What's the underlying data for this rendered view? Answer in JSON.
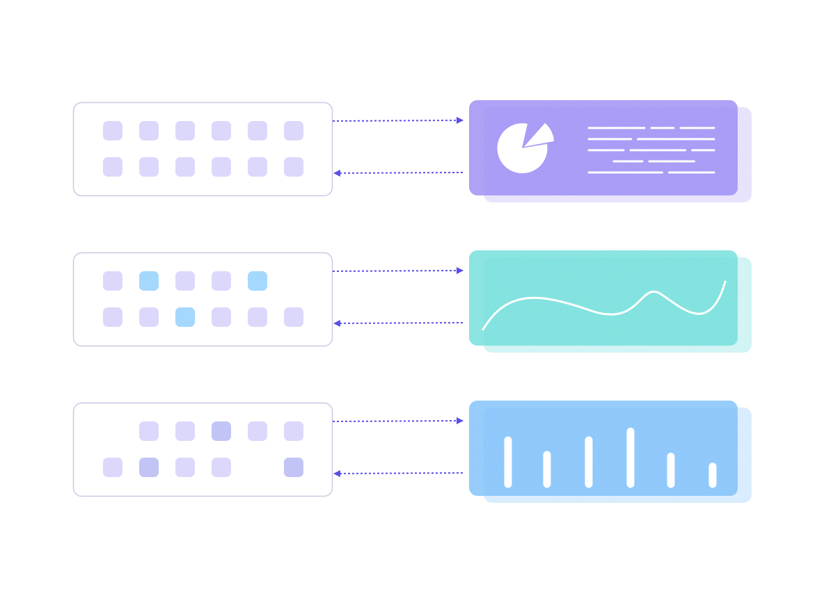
{
  "colors": {
    "background": "#ffffff",
    "source_box_border": "#cdc8e6",
    "cell_default": "#dcd8fb",
    "cell_cyan": "#a5d8fd",
    "cell_indigo": "#c1c4f4",
    "arrow": "#5a4ee8",
    "panel_purple_front": "#9d8ef6",
    "panel_purple_back": "#e6e0fd",
    "panel_teal_front": "#6ee0dd",
    "panel_teal_back": "#cdf3f3",
    "panel_blue_front": "#7fc3fb",
    "panel_blue_back": "#d6ebfe",
    "glyph": "#ffffff"
  },
  "rows": [
    {
      "id": "row-1",
      "grid": [
        [
          "default",
          "default",
          "default",
          "default",
          "default",
          "default"
        ],
        [
          "default",
          "default",
          "default",
          "default",
          "default",
          "default"
        ]
      ],
      "panel": {
        "color": "purple",
        "content": "pie-and-text",
        "text_lines": [
          [
            0.5,
            0.2,
            0.3
          ],
          [
            0.5,
            0.9
          ],
          [
            0.35,
            0.55,
            0.22
          ],
          [
            0.35,
            0.55
          ],
          [
            0.9,
            0.55
          ]
        ]
      }
    },
    {
      "id": "row-2",
      "grid": [
        [
          "default",
          "cyan",
          "default",
          "default",
          "cyan",
          "empty"
        ],
        [
          "default",
          "default",
          "cyan",
          "default",
          "default",
          "default"
        ]
      ],
      "panel": {
        "color": "teal",
        "content": "wave-line"
      }
    },
    {
      "id": "row-3",
      "grid": [
        [
          "empty",
          "default",
          "default",
          "indigo",
          "default",
          "default"
        ],
        [
          "default",
          "indigo",
          "default",
          "default",
          "empty",
          "indigo"
        ]
      ],
      "panel": {
        "color": "blue",
        "content": "bars",
        "bar_levels": [
          0.75,
          0.5,
          0.75,
          0.9,
          0.47,
          0.3
        ]
      }
    }
  ]
}
